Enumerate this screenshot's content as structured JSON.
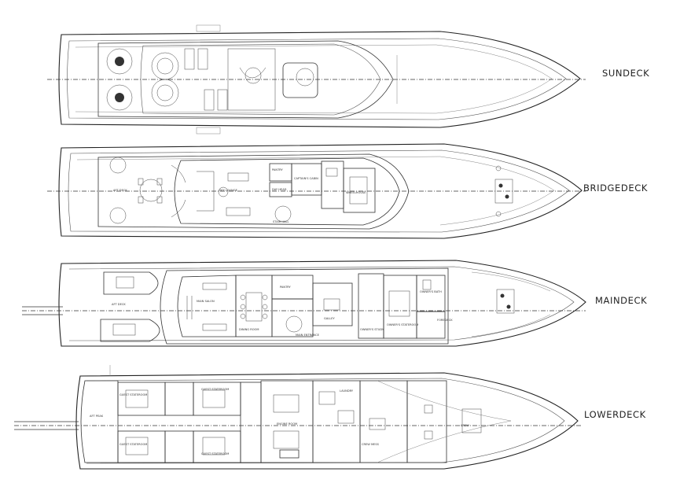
{
  "decks": [
    {
      "id": "sundeck",
      "label": "SUNDECK",
      "rooms": []
    },
    {
      "id": "bridgedeck",
      "label": "BRIDGEDECK",
      "rooms": [
        "PANTRY",
        "CAPTAIN'S CABIN",
        "SKY LOUNGE",
        "AFT DECK",
        "WHEELHOUSE",
        "DAY HEAD",
        "STAIR HALL"
      ]
    },
    {
      "id": "maindeck",
      "label": "MAINDECK",
      "rooms": [
        "MAIN SALON",
        "AFT DECK",
        "DINING ROOM",
        "PANTRY",
        "GALLEY",
        "MAIN ENTRANCE",
        "OWNER'S STATEROOM",
        "OWNER'S BATH",
        "OWNER'S STUDY",
        "FOREDECK"
      ]
    },
    {
      "id": "lowerdeck",
      "label": "LOWERDECK",
      "rooms": [
        "GUEST STATEROOM",
        "GUEST STATEROOM",
        "GUEST STATEROOM",
        "GUEST STATEROOM",
        "ENGINE ROOM",
        "LAUNDRY",
        "CREW MESS",
        "CREW",
        "AFT PEAK"
      ]
    }
  ]
}
